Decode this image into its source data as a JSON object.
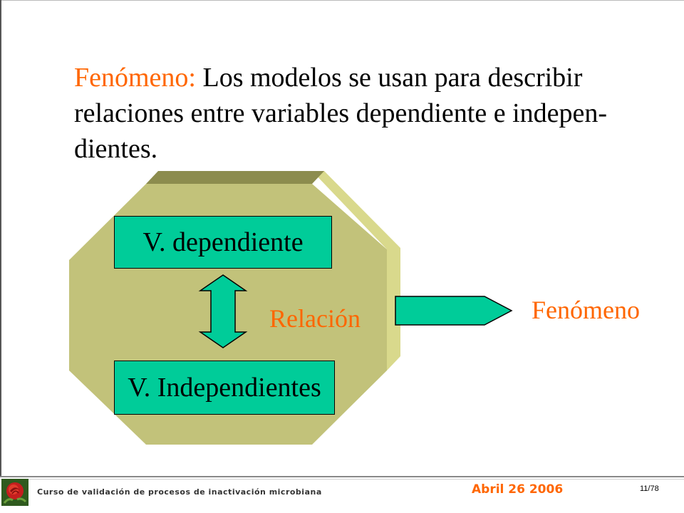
{
  "title": {
    "keyword": "Fenómeno:",
    "text": " Los modelos se usan para describir relaciones entre variables dependiente e indepen- dientes."
  },
  "diagram": {
    "box_dependent": "V. dependiente",
    "box_independent": "V. Independientes",
    "relation_label": "Relación",
    "output_label": "Fenómeno",
    "colors": {
      "octagon_face": "#c2c27a",
      "octagon_top": "#8c8c4e",
      "octagon_side": "#d9d98c",
      "box_fill": "#00cc99",
      "accent_text": "#ff6600"
    },
    "icons": [
      "octagon-shape",
      "double-arrow-icon",
      "right-arrow-icon"
    ]
  },
  "footer": {
    "logo": "rose-logo-icon",
    "course": "Curso de validación de procesos de inactivación microbiana",
    "date": "Abril 26 2006",
    "page": "11/78"
  }
}
